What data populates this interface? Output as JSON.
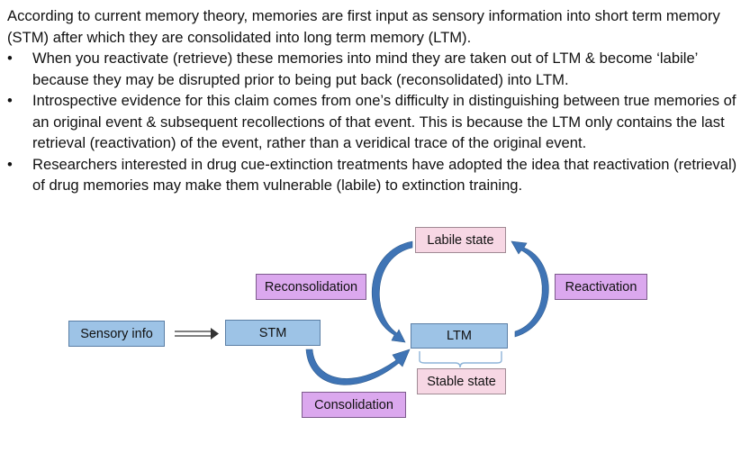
{
  "intro": "According to current memory theory, memories are first input as sensory information into short term memory (STM) after which they are consolidated into long term memory (LTM).",
  "bullets": [
    "When you reactivate (retrieve) these memories into mind they are taken out of LTM & become ‘labile’ because they may be disrupted prior to being put back (reconsolidated) into LTM.",
    "Introspective evidence for this claim comes from one’s difficulty in distinguishing between true memories of an original event & subsequent recollections of that event. This is because the LTM only contains the last retrieval (reactivation) of the event, rather than a veridical trace of the original event.",
    "Researchers interested in drug cue-extinction treatments have adopted the idea that reactivation (retrieval) of drug memories may make them vulnerable (labile) to extinction training."
  ],
  "diagram": {
    "sensory_info": "Sensory info",
    "stm": "STM",
    "ltm": "LTM",
    "labile_state": "Labile state",
    "stable_state": "Stable state",
    "reconsolidation": "Reconsolidation",
    "reactivation": "Reactivation",
    "consolidation": "Consolidation"
  },
  "colors": {
    "memory_box": "#9dc3e6",
    "process_box": "#dba8ee",
    "state_box": "#f7d7e4",
    "arrow_fill": "#3f74b5"
  }
}
